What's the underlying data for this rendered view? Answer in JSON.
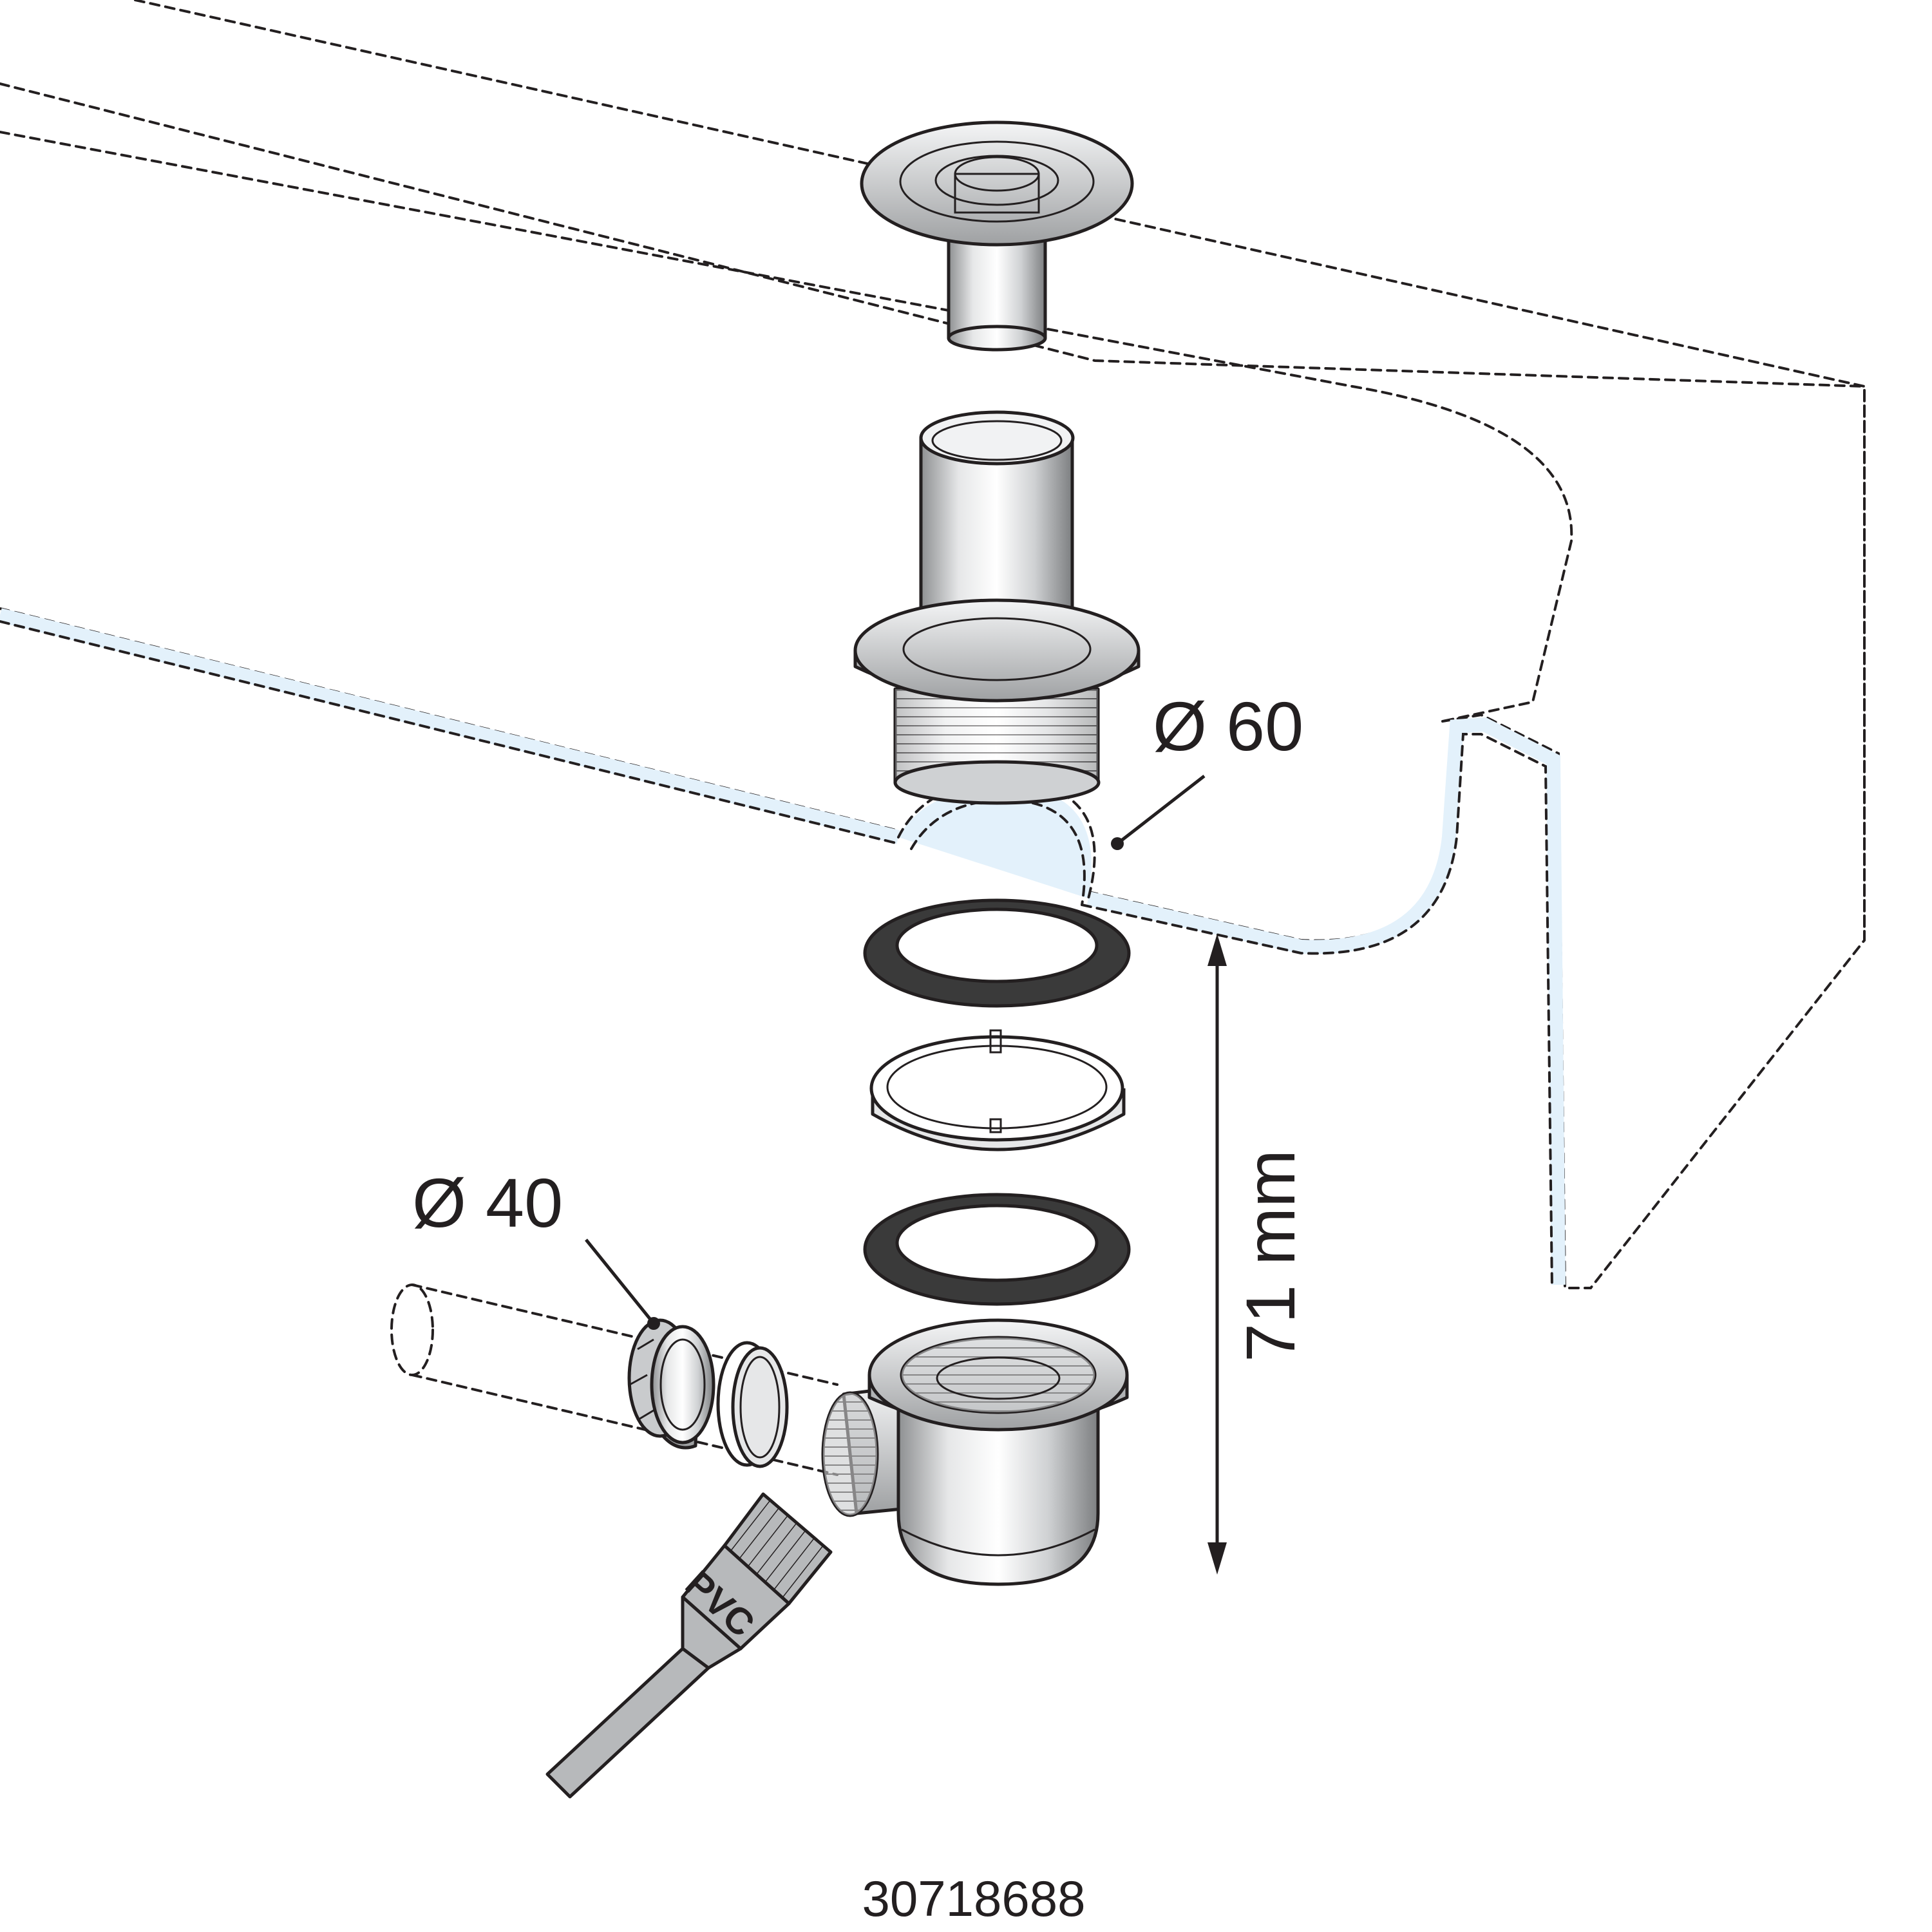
{
  "labels": {
    "diameter_60": "Ø 60",
    "diameter_40": "Ø 40",
    "height": "71 mm",
    "brush_text": "PVC",
    "reference": "30718688"
  },
  "colors": {
    "line": "#231f20",
    "metal": "#c9cbcd",
    "gasket": "#3a3a3a",
    "edge_highlight": "#e3f1fb",
    "brush": "#b7b9bb"
  },
  "components": [
    "strainer-cap",
    "upper-body-tube",
    "threaded-flange",
    "rubber-gasket-top",
    "spacer-ring",
    "rubber-gasket-bottom",
    "trap-body",
    "nut",
    "seal-ring",
    "pipe",
    "glue-brush"
  ]
}
